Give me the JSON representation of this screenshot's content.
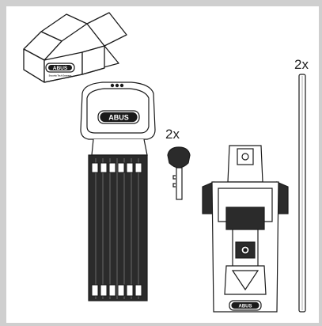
{
  "box": {
    "logo_text": "ABUS",
    "tagline": "Security Tech Germany"
  },
  "lock": {
    "logo_text": "ABUS"
  },
  "keys": {
    "quantity_label": "2x"
  },
  "bracket": {
    "logo_text": "ABUS"
  },
  "pins": {
    "quantity_label": "2x"
  },
  "colors": {
    "outline": "#1a1a1a",
    "body_fill": "#2b2b2b",
    "frame": "#cfcfcf",
    "panel": "#ffffff"
  }
}
